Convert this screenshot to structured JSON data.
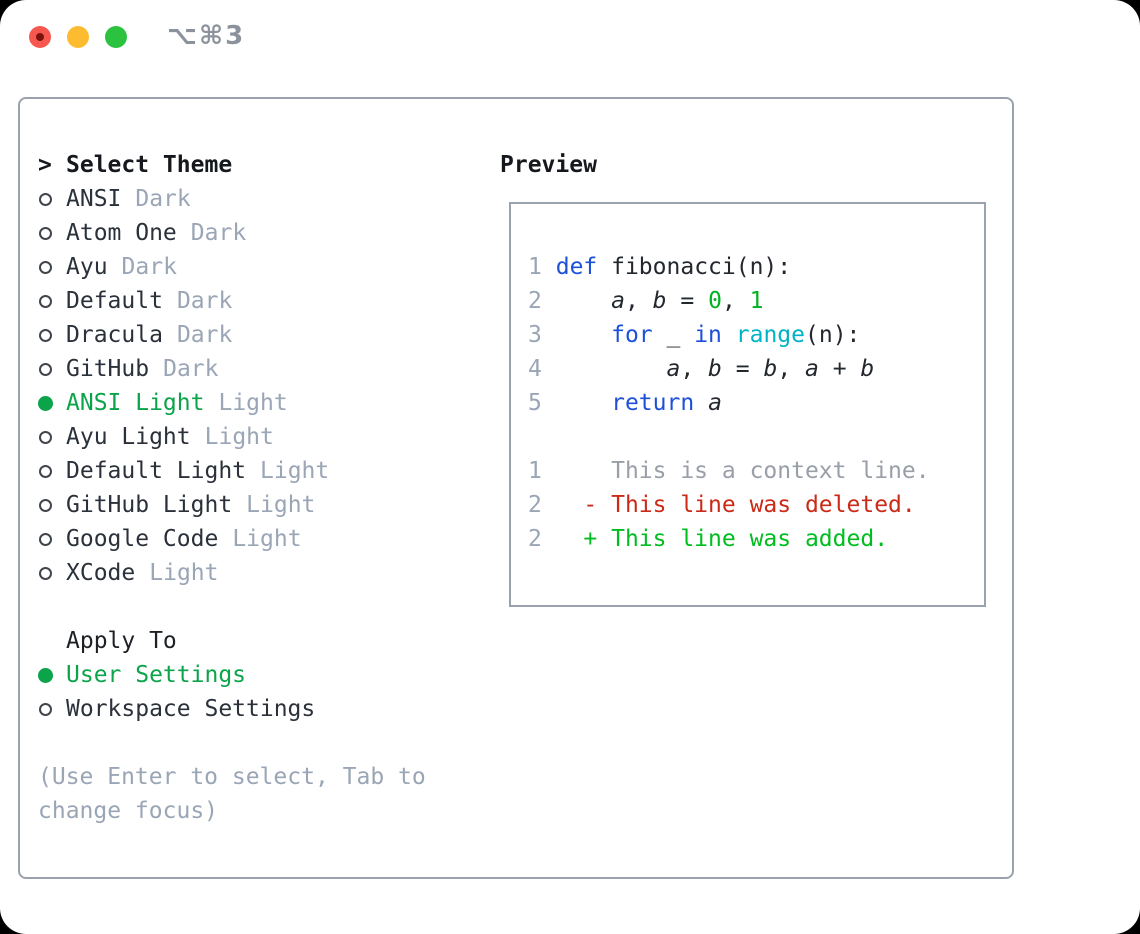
{
  "titlebar": {
    "shortcut": "⌥⌘3"
  },
  "theme_picker": {
    "prompt": ">",
    "title": "Select Theme",
    "items": [
      {
        "name": "ANSI",
        "variant": "Dark",
        "selected": false
      },
      {
        "name": "Atom One",
        "variant": "Dark",
        "selected": false
      },
      {
        "name": "Ayu",
        "variant": "Dark",
        "selected": false
      },
      {
        "name": "Default",
        "variant": "Dark",
        "selected": false
      },
      {
        "name": "Dracula",
        "variant": "Dark",
        "selected": false
      },
      {
        "name": "GitHub",
        "variant": "Dark",
        "selected": false
      },
      {
        "name": "ANSI Light",
        "variant": "Light",
        "selected": true
      },
      {
        "name": "Ayu Light",
        "variant": "Light",
        "selected": false
      },
      {
        "name": "Default Light",
        "variant": "Light",
        "selected": false
      },
      {
        "name": "GitHub Light",
        "variant": "Light",
        "selected": false
      },
      {
        "name": "Google Code",
        "variant": "Light",
        "selected": false
      },
      {
        "name": "XCode",
        "variant": "Light",
        "selected": false
      }
    ]
  },
  "apply_to": {
    "title": "Apply To",
    "options": [
      {
        "label": "User Settings",
        "selected": true
      },
      {
        "label": "Workspace Settings",
        "selected": false
      }
    ]
  },
  "hint": "(Use Enter to select, Tab to change focus)",
  "preview": {
    "title": "Preview",
    "code_lines": [
      {
        "num": "1",
        "segments": [
          {
            "text": " ",
            "type": "plain"
          },
          {
            "text": "def",
            "type": "kw"
          },
          {
            "text": " fibonacci(n):",
            "type": "plain"
          }
        ]
      },
      {
        "num": "2",
        "segments": [
          {
            "text": "     ",
            "type": "plain"
          },
          {
            "text": "a",
            "type": "var"
          },
          {
            "text": ", ",
            "type": "plain"
          },
          {
            "text": "b",
            "type": "var"
          },
          {
            "text": " = ",
            "type": "plain"
          },
          {
            "text": "0",
            "type": "num"
          },
          {
            "text": ", ",
            "type": "plain"
          },
          {
            "text": "1",
            "type": "num"
          }
        ]
      },
      {
        "num": "3",
        "segments": [
          {
            "text": "     ",
            "type": "plain"
          },
          {
            "text": "for",
            "type": "kw"
          },
          {
            "text": " _ ",
            "type": "plain"
          },
          {
            "text": "in",
            "type": "kw"
          },
          {
            "text": " ",
            "type": "plain"
          },
          {
            "text": "range",
            "type": "fn"
          },
          {
            "text": "(n):",
            "type": "plain"
          }
        ]
      },
      {
        "num": "4",
        "segments": [
          {
            "text": "         ",
            "type": "plain"
          },
          {
            "text": "a",
            "type": "var"
          },
          {
            "text": ", ",
            "type": "plain"
          },
          {
            "text": "b",
            "type": "var"
          },
          {
            "text": " = ",
            "type": "plain"
          },
          {
            "text": "b",
            "type": "var"
          },
          {
            "text": ", ",
            "type": "plain"
          },
          {
            "text": "a",
            "type": "var"
          },
          {
            "text": " + ",
            "type": "plain"
          },
          {
            "text": "b",
            "type": "var"
          }
        ]
      },
      {
        "num": "5",
        "segments": [
          {
            "text": "     ",
            "type": "plain"
          },
          {
            "text": "return",
            "type": "kw"
          },
          {
            "text": " ",
            "type": "plain"
          },
          {
            "text": "a",
            "type": "var"
          }
        ]
      }
    ],
    "diff_lines": [
      {
        "num": "1",
        "segments": [
          {
            "text": "     This is a context line.",
            "type": "ctx"
          }
        ]
      },
      {
        "num": "2",
        "segments": [
          {
            "text": "   ",
            "type": "plain"
          },
          {
            "text": "- This line was deleted.",
            "type": "del"
          }
        ]
      },
      {
        "num": "2",
        "segments": [
          {
            "text": "   ",
            "type": "plain"
          },
          {
            "text": "+ This line was added.",
            "type": "add"
          }
        ]
      }
    ]
  },
  "colors": {
    "selection_green": "#0ca44a",
    "diff_added_green": "#00bd20",
    "diff_deleted_red": "#cb2a17",
    "keyword_blue": "#1d50d8",
    "function_cyan": "#00b2c7",
    "number_green": "#00b222",
    "muted_gray": "#9aa5b5",
    "border_gray": "#9aa3ad",
    "traffic_red": "#f6574f",
    "traffic_yellow": "#fdbc2f",
    "traffic_green": "#2ac23f"
  }
}
